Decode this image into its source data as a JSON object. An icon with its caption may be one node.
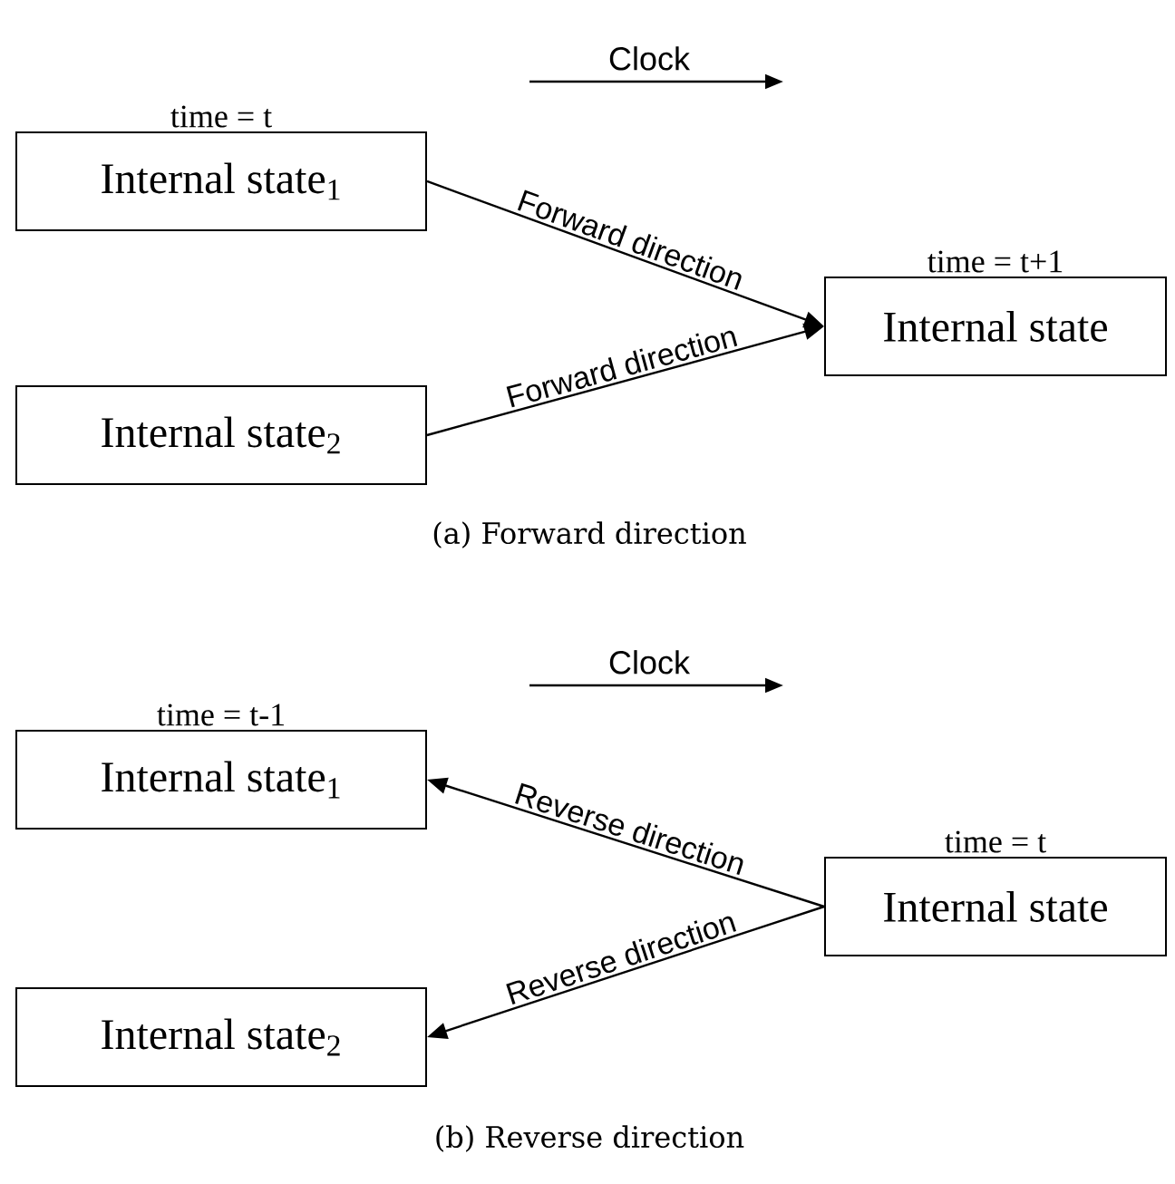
{
  "diagram": {
    "nodes": [
      {
        "text": [
          "Internal state$_{1}$"
        ],
        "beside": [
          "time = t"
        ]
      },
      {
        "text": [
          "Internal state$_{2}$"
        ]
      },
      {
        "text": [
          "Internal state"
        ],
        "beside": [
          "time = t+1"
        ]
      },
      {
        "text": [
          "Internal state$_{1}$"
        ],
        "beside": [
          "time = t-1"
        ]
      },
      {
        "text": [
          "Internal state$_{2}$"
        ]
      },
      {
        "text": [
          "Internal state"
        ],
        "beside": [
          "time = t"
        ]
      }
    ],
    "edges": [
      {
        "from": 0,
        "to": 2,
        "arrow": "to",
        "label": "Forward direction"
      },
      {
        "from": 1,
        "to": 2,
        "arrow": "to",
        "label": "Forward direction"
      },
      {
        "from": 5,
        "to": 3,
        "arrow": "to",
        "label": "Reverse direction"
      },
      {
        "from": 5,
        "to": 4,
        "arrow": "to",
        "label": "Reverse direction"
      }
    ],
    "labels": [
      "Clock",
      "(a) Forward direction",
      "Clock",
      "(b) Reverse direction"
    ]
  }
}
